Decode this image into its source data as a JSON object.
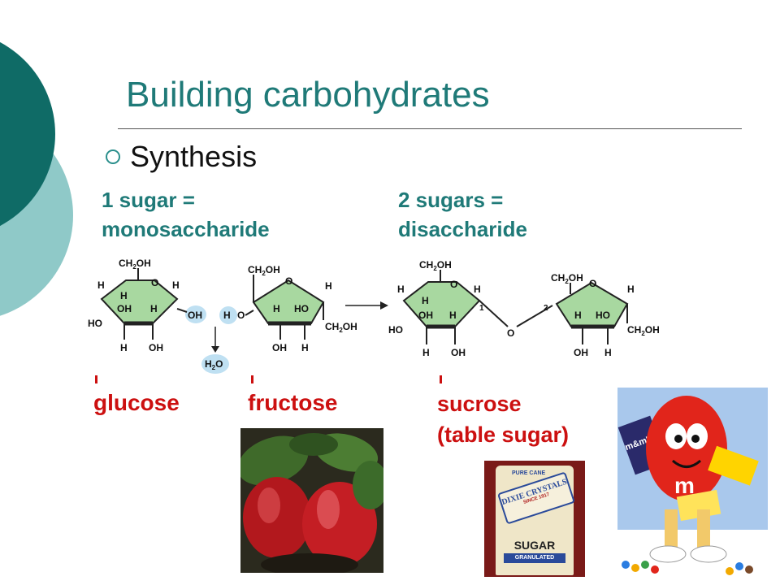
{
  "slide": {
    "title": "Building carbohydrates",
    "bullet": "Synthesis"
  },
  "labels": {
    "mono_line1": "1 sugar =",
    "mono_line2": "monosaccharide",
    "di_line1": "2 sugars =",
    "di_line2": "disaccharide"
  },
  "sugars": {
    "glucose": "glucose",
    "fructose": "fructose",
    "sucrose_line1": "sucrose",
    "sucrose_line2": "(table sugar)"
  },
  "diagram": {
    "ch2oh": "CH",
    "two": "2",
    "oh": "OH",
    "h": "H",
    "o": "O",
    "ho": "HO",
    "water_h": "H",
    "water_sub": "2",
    "water_o": "O",
    "bond1": "1",
    "bond2": "2"
  },
  "photos": {
    "sugar_bag": {
      "line1": "PURE CANE",
      "brand": "DIXIE CRYSTALS",
      "line3": "SINCE 1917",
      "word": "SUGAR",
      "line5": "GRANULATED"
    },
    "candy": {
      "logo": "m",
      "pack": "m&m's"
    }
  },
  "colors": {
    "accent": "#1f7a78",
    "label_red": "#cc1010",
    "ring_fill": "#a8d8a0",
    "highlight": "#bfe0f2"
  }
}
